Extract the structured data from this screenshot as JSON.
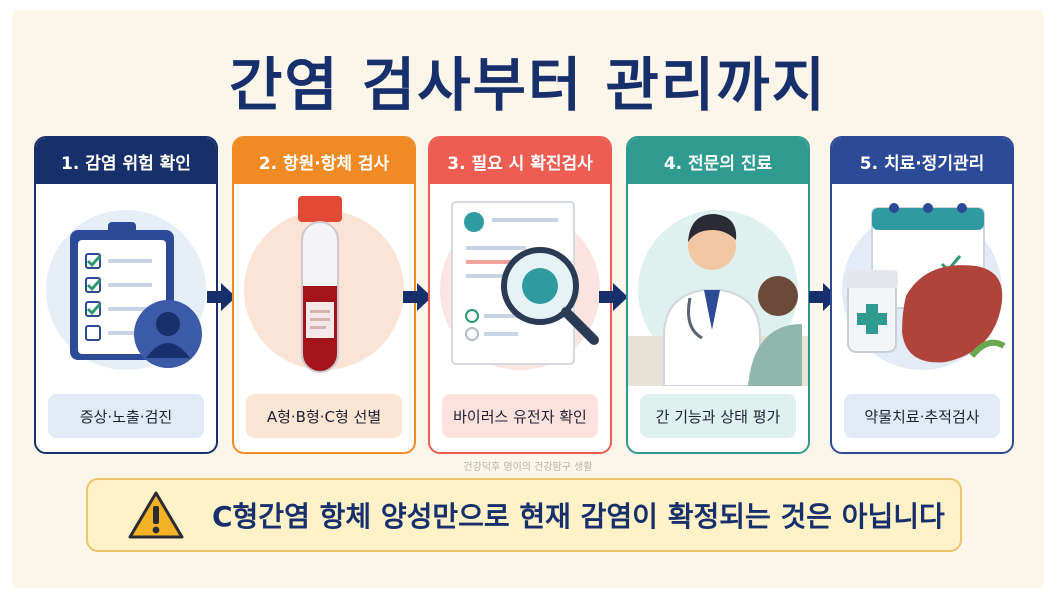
{
  "title": "간염 검사부터 관리까지",
  "colors": {
    "navy": "#17306b",
    "orange": "#f08a24",
    "red": "#ee5d52",
    "teal": "#2f9a8f",
    "blue": "#2d4a97",
    "warning_bg": "#fff2c8"
  },
  "steps": [
    {
      "label": "1. 감염 위험 확인",
      "caption": "증상·노출·검진",
      "icon": "clipboard-checklist-icon"
    },
    {
      "label": "2. 항원·항체 검사",
      "caption": "A형·B형·C형 선별",
      "icon": "blood-test-tube-icon"
    },
    {
      "label": "3. 필요 시 확진검사",
      "caption": "바이러스 유전자 확인",
      "icon": "virus-magnifier-icon"
    },
    {
      "label": "4. 전문의 진료",
      "caption": "간 기능과 상태 평가",
      "icon": "doctor-consultation-icon"
    },
    {
      "label": "5. 치료·정기관리",
      "caption": "약물치료·추적검사",
      "icon": "calendar-medicine-liver-icon"
    }
  ],
  "watermark": "건강덕후 영이의 건강탐구 생활",
  "warning": {
    "text": "C형간염 항체 양성만으로 현재 감염이 확정되는 것은 아닙니다",
    "icon": "warning-triangle-icon"
  }
}
